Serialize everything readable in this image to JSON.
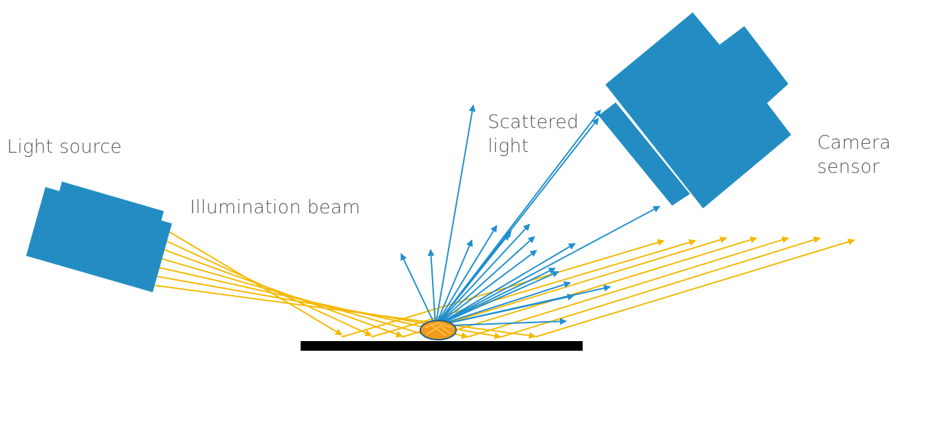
{
  "labels": {
    "light_source": "Light source",
    "illumination_beam": "Illumination beam",
    "scattered_line1": "Scattered",
    "scattered_line2": "light",
    "camera_line1": "Camera",
    "camera_line2": "sensor"
  },
  "colors": {
    "device_blue": "#238dc3",
    "beam_yellow": "#f5b800",
    "scatter_blue": "#1f8fcf",
    "particle_orange": "#f39a1c",
    "surface_black": "#000000",
    "label_gray": "#555555"
  },
  "icons": {
    "light_source": "light-source-icon",
    "camera_sensor": "camera-sensor-icon",
    "particle": "particle-icon"
  }
}
